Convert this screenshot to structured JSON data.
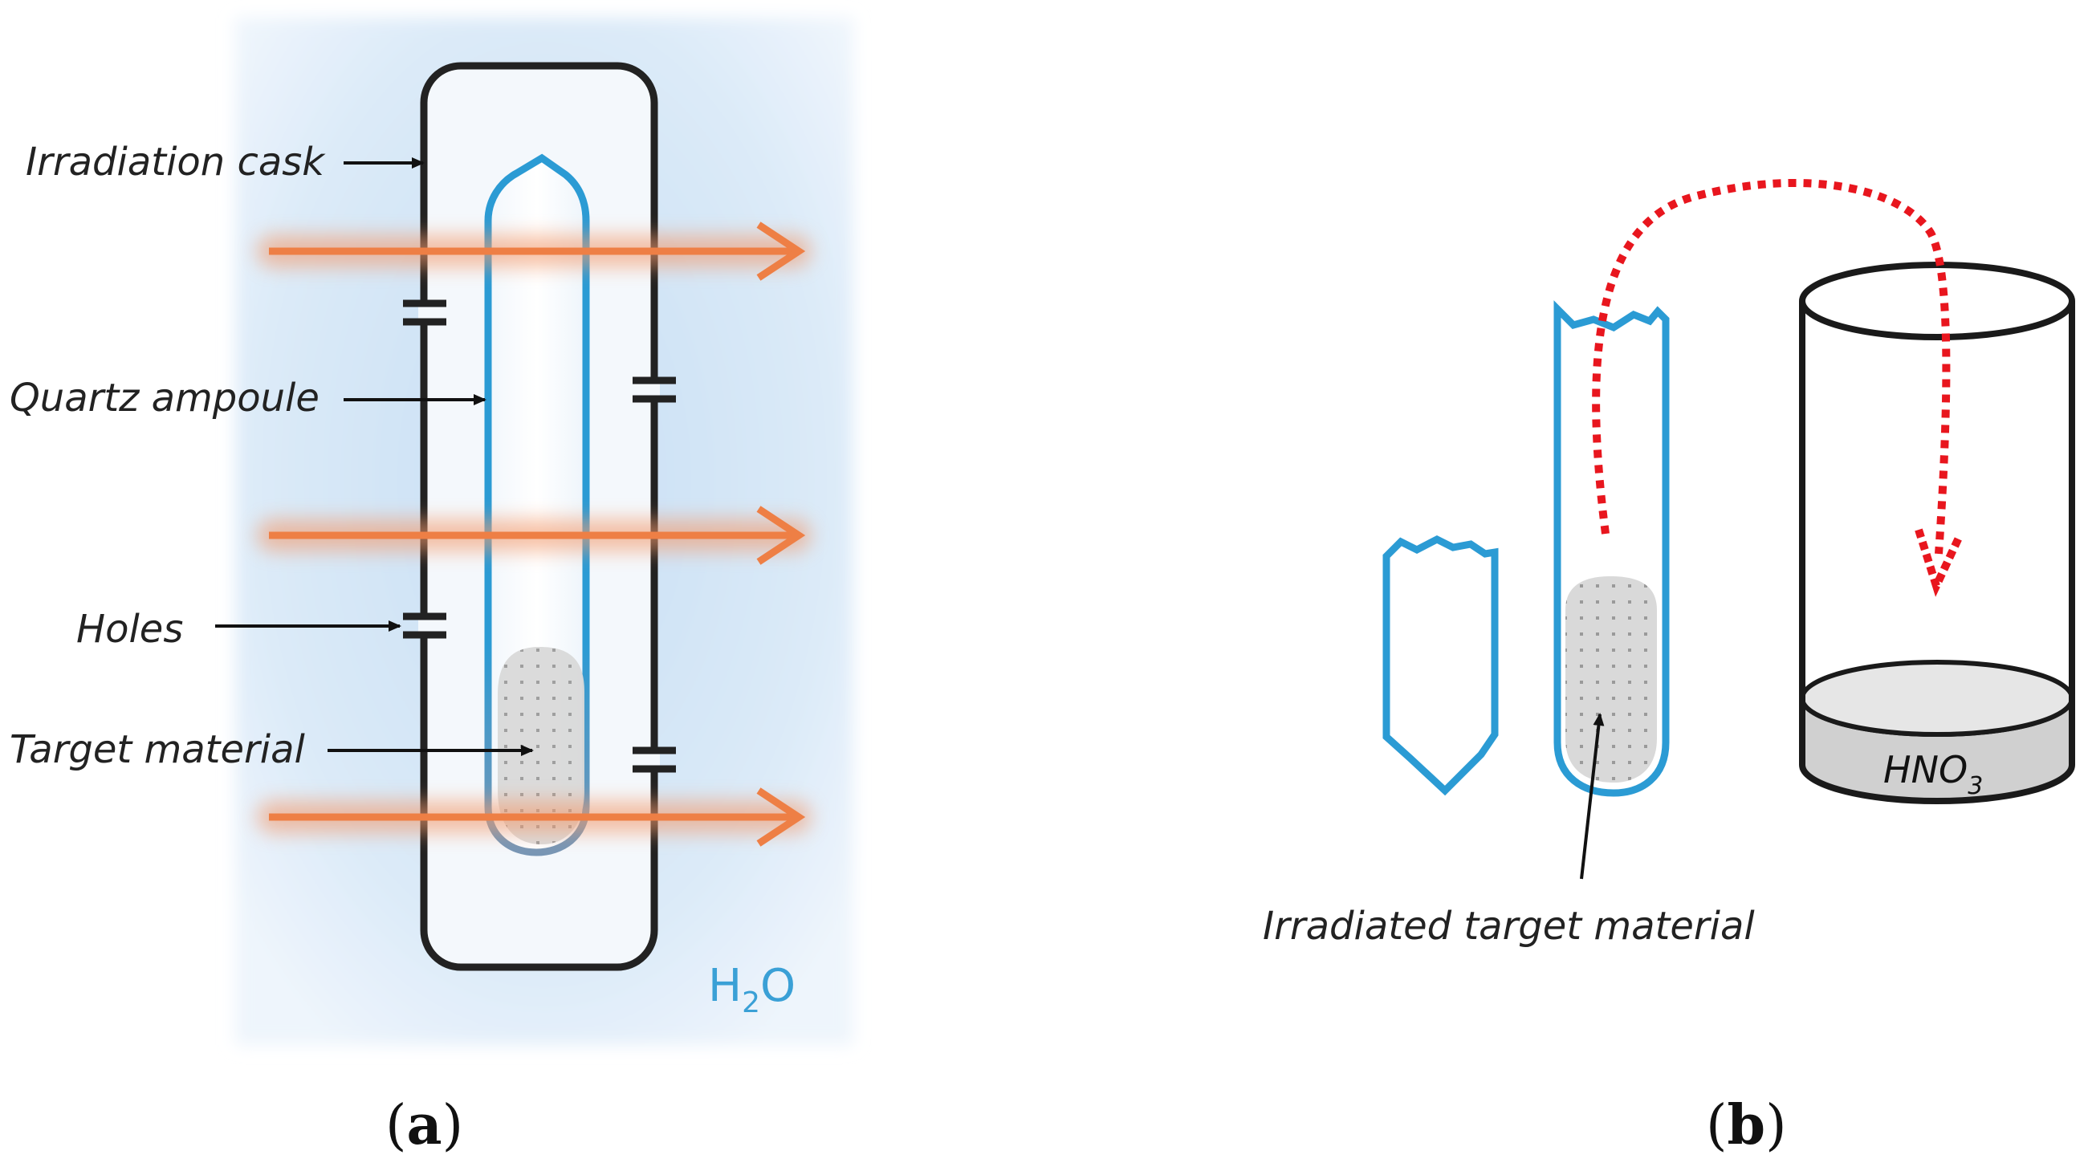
{
  "panel_a": {
    "caption_open": "(",
    "caption_letter": "a",
    "caption_close": ")",
    "labels": {
      "cask": "Irradiation cask",
      "ampoule": "Quartz ampoule",
      "holes": "Holes",
      "target": "Target material"
    },
    "water": {
      "main": "H",
      "subscript": "2",
      "tail": "O"
    }
  },
  "panel_b": {
    "caption_open": "(",
    "caption_letter": "b",
    "caption_close": ")",
    "labels": {
      "irradiated": "Irradiated target material"
    },
    "acid": {
      "main": "HNO",
      "subscript": "3"
    }
  },
  "colors": {
    "water_blue": "#cfe4f5",
    "ampoule_blue": "#2b9bd4",
    "beam_orange": "#ee7f45",
    "transfer_red": "#e8161e",
    "cask_outline": "#222222",
    "target_gray": "#d6d6d6",
    "water_text": "#3aa0d6"
  }
}
